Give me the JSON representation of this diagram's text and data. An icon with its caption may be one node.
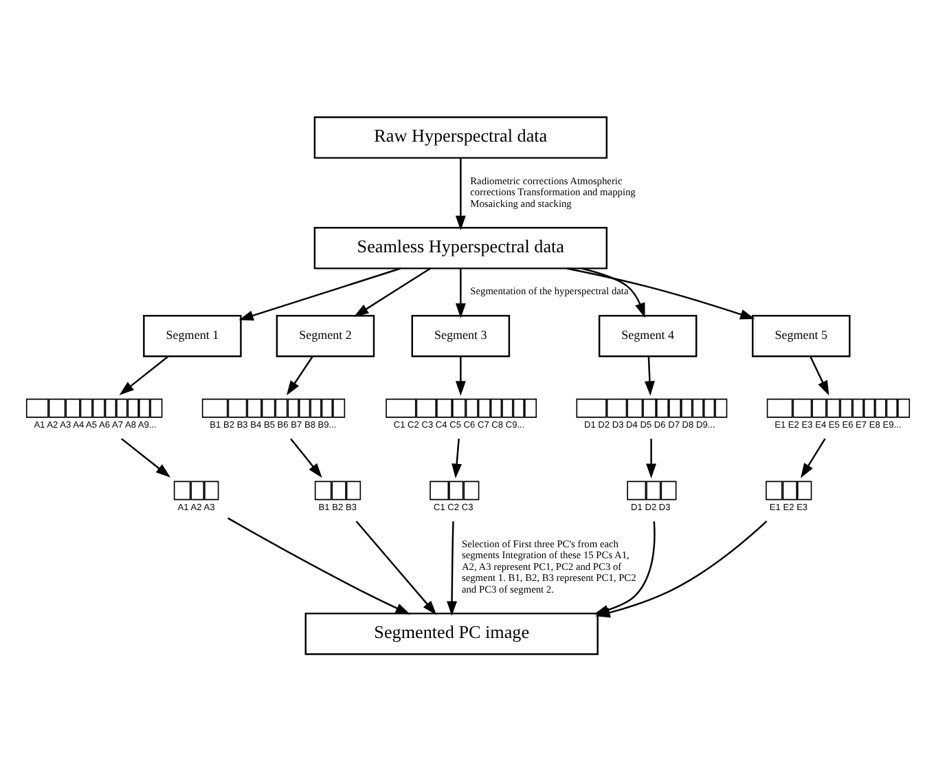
{
  "diagram": {
    "nodes": [
      {
        "text": [
          "Raw Hyperspectral data"
        ]
      },
      {
        "text": [
          "Seamless Hyperspectral data"
        ]
      },
      {
        "text": [
          "Segment 1"
        ]
      },
      {
        "text": [
          "Segment 2"
        ]
      },
      {
        "text": [
          "Segment 3"
        ]
      },
      {
        "text": [
          "Segment 4"
        ]
      },
      {
        "text": [
          "Segment 5"
        ]
      },
      {
        "text": [
          "A1 A2 A3 A4 A5 A6 A7 A8 A9..."
        ]
      },
      {
        "text": [
          "B1 B2 B3 B4 B5 B6 B7 B8 B9..."
        ]
      },
      {
        "text": [
          "C1 C2 C3 C4 C5 C6 C7 C8 C9..."
        ]
      },
      {
        "text": [
          "D1 D2 D3 D4 D5 D6 D7 D8 D9..."
        ]
      },
      {
        "text": [
          "E1 E2 E3 E4 E5 E6 E7 E8 E9..."
        ]
      },
      {
        "text": [
          "A1 A2 A3"
        ]
      },
      {
        "text": [
          "B1 B2 B3"
        ]
      },
      {
        "text": [
          "C1 C2 C3"
        ]
      },
      {
        "text": [
          "D1 D2 D3"
        ]
      },
      {
        "text": [
          "E1 E2 E3"
        ]
      },
      {
        "text": [
          "Segmented PC image"
        ]
      }
    ],
    "edges": [
      {
        "from": 0,
        "to": 1,
        "arrow": "to",
        "label": "Radiometric corrections Atmospheric corrections Transformation and mapping Mosaicking and stacking"
      },
      {
        "from": 1,
        "to": 2,
        "arrow": "to"
      },
      {
        "from": 1,
        "to": 3,
        "arrow": "to"
      },
      {
        "from": 1,
        "to": 4,
        "arrow": "to",
        "label": "Segmentation of the hyperspectral data"
      },
      {
        "from": 1,
        "to": 5,
        "arrow": "to"
      },
      {
        "from": 1,
        "to": 6,
        "arrow": "to"
      },
      {
        "from": 2,
        "to": 7,
        "arrow": "to"
      },
      {
        "from": 3,
        "to": 8,
        "arrow": "to"
      },
      {
        "from": 4,
        "to": 9,
        "arrow": "to"
      },
      {
        "from": 5,
        "to": 10,
        "arrow": "to"
      },
      {
        "from": 6,
        "to": 11,
        "arrow": "to"
      },
      {
        "from": 7,
        "to": 12,
        "arrow": "to"
      },
      {
        "from": 8,
        "to": 13,
        "arrow": "to"
      },
      {
        "from": 9,
        "to": 14,
        "arrow": "to"
      },
      {
        "from": 10,
        "to": 15,
        "arrow": "to"
      },
      {
        "from": 11,
        "to": 16,
        "arrow": "to"
      },
      {
        "from": 12,
        "to": 17,
        "arrow": "to"
      },
      {
        "from": 13,
        "to": 17,
        "arrow": "to"
      },
      {
        "from": 14,
        "to": 17,
        "arrow": "to",
        "label": "Selection of First three PC's from each segments Integration of these 15 PCs A1, A2, A3 represent PC1, PC2 and PC3 of segment 1. B1, B2, B3 represent PC1, PC2 and PC3 of segment 2."
      },
      {
        "from": 15,
        "to": 17,
        "arrow": "to"
      },
      {
        "from": 16,
        "to": 17,
        "arrow": "to"
      }
    ]
  }
}
